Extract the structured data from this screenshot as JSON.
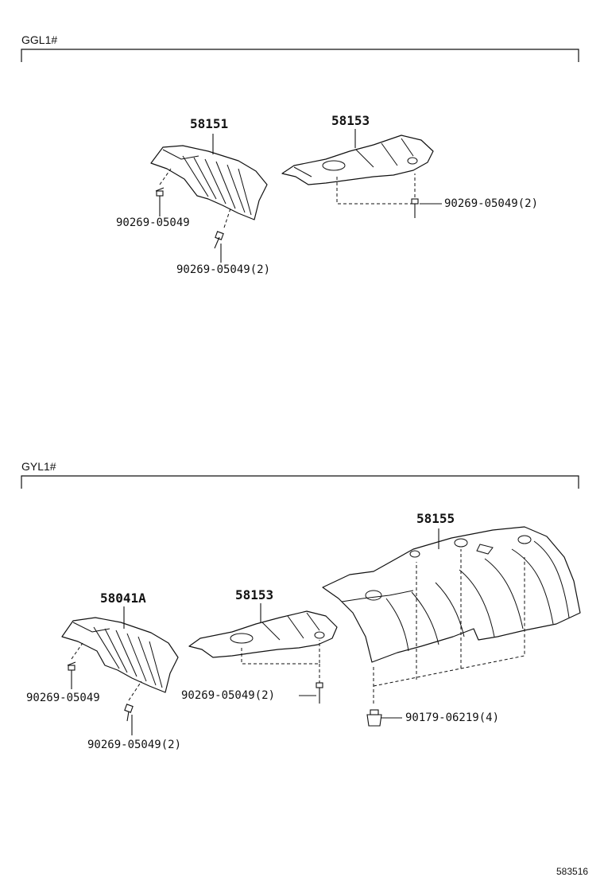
{
  "sections": [
    {
      "variant": "GGL1#",
      "labels": {
        "p1": "58151",
        "p2": "58153",
        "f1": "90269-05049",
        "f2": "90269-05049(2)",
        "f3": "90269-05049(2)"
      }
    },
    {
      "variant": "GYL1#",
      "labels": {
        "p1": "58041A",
        "p2": "58153",
        "p3": "58155",
        "f1": "90269-05049",
        "f2": "90269-05049(2)",
        "f3": "90269-05049(2)",
        "f4": "90179-06219(4)"
      }
    }
  ],
  "diagram_id": "583516"
}
